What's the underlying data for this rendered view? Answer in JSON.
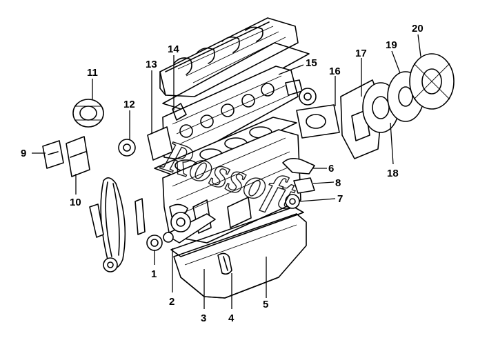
{
  "figure": {
    "callouts": [
      {
        "id": "c1",
        "label": "1"
      },
      {
        "id": "c2",
        "label": "2"
      },
      {
        "id": "c3",
        "label": "3"
      },
      {
        "id": "c4",
        "label": "4"
      },
      {
        "id": "c5",
        "label": "5"
      },
      {
        "id": "c6",
        "label": "6"
      },
      {
        "id": "c7",
        "label": "7"
      },
      {
        "id": "c8",
        "label": "8"
      },
      {
        "id": "c9",
        "label": "9"
      },
      {
        "id": "c10",
        "label": "10"
      },
      {
        "id": "c11",
        "label": "11"
      },
      {
        "id": "c12",
        "label": "12"
      },
      {
        "id": "c13",
        "label": "13"
      },
      {
        "id": "c14",
        "label": "14"
      },
      {
        "id": "c15",
        "label": "15"
      },
      {
        "id": "c16",
        "label": "16"
      },
      {
        "id": "c17",
        "label": "17"
      },
      {
        "id": "c18",
        "label": "18"
      },
      {
        "id": "c19",
        "label": "19"
      },
      {
        "id": "c20",
        "label": "20"
      }
    ],
    "watermark": "Rossoft"
  }
}
